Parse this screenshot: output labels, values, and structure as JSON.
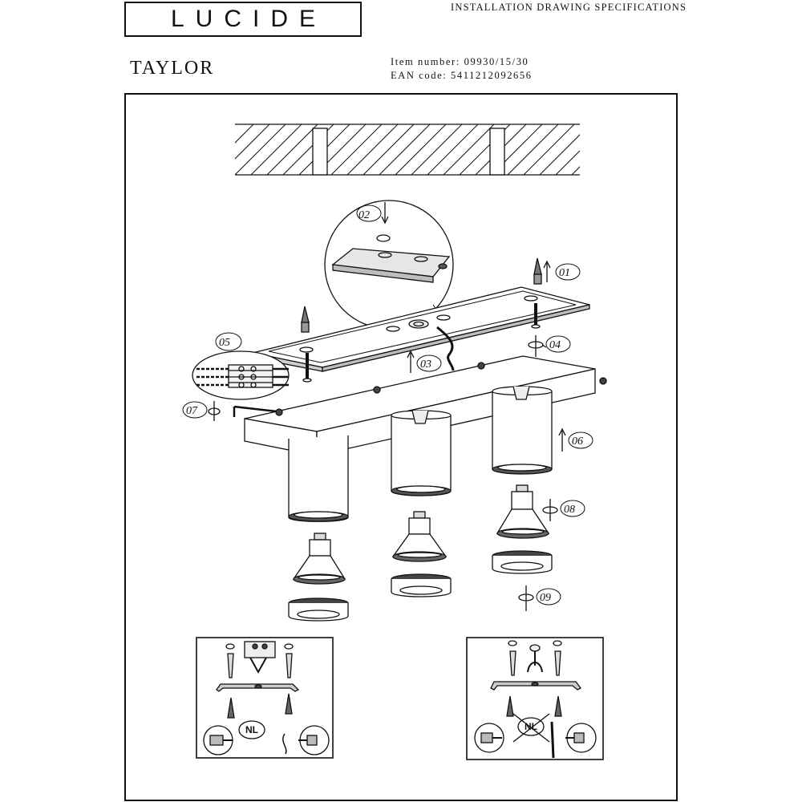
{
  "header": {
    "logo": "LUCIDE",
    "title": "INSTALLATION DRAWING SPECIFICATIONS"
  },
  "product": {
    "name": "TAYLOR",
    "item_number": "Item number: 09930/15/30",
    "ean_code": "EAN code: 5411212092656"
  },
  "steps": [
    "01",
    "02",
    "03",
    "04",
    "05",
    "06",
    "07",
    "08",
    "09"
  ],
  "insets": {
    "left_badge": "NL",
    "right_badge": "NL"
  }
}
